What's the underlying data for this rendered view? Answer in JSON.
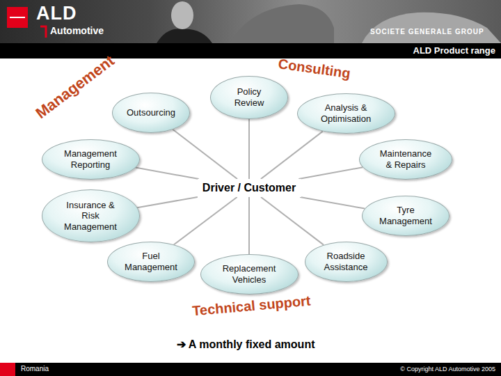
{
  "diagram": {
    "title": "ALD Product range",
    "nodes": [
      {
        "text": [
          "Policy Review"
        ]
      },
      {
        "text": [
          "Outsourcing"
        ]
      },
      {
        "text": [
          "Analysis & Optimisation"
        ]
      },
      {
        "text": [
          "Management Reporting"
        ]
      },
      {
        "text": [
          "Maintenance & Repairs"
        ]
      },
      {
        "text": [
          "Driver / Customer"
        ]
      },
      {
        "text": [
          "Insurance & Risk Management"
        ]
      },
      {
        "text": [
          "Tyre Management"
        ]
      },
      {
        "text": [
          "Fuel Management"
        ]
      },
      {
        "text": [
          "Roadside Assistance"
        ]
      },
      {
        "text": [
          "Replacement Vehicles"
        ]
      }
    ],
    "edges": [
      {
        "from": 5,
        "to": 0,
        "arrow": "none"
      },
      {
        "from": 5,
        "to": 1,
        "arrow": "none"
      },
      {
        "from": 5,
        "to": 2,
        "arrow": "none"
      },
      {
        "from": 5,
        "to": 3,
        "arrow": "none"
      },
      {
        "from": 5,
        "to": 4,
        "arrow": "none"
      },
      {
        "from": 5,
        "to": 6,
        "arrow": "none"
      },
      {
        "from": 5,
        "to": 7,
        "arrow": "none"
      },
      {
        "from": 5,
        "to": 8,
        "arrow": "none"
      },
      {
        "from": 5,
        "to": 9,
        "arrow": "none"
      },
      {
        "from": 5,
        "to": 10,
        "arrow": "none"
      }
    ],
    "labels": [
      "ALD",
      "Automotive",
      "SOCIETE GENERALE GROUP",
      "Management",
      "Consulting",
      "Technical support",
      "➔ A monthly fixed amount",
      "Romania",
      "© Copyright ALD Automotive 2005"
    ]
  }
}
